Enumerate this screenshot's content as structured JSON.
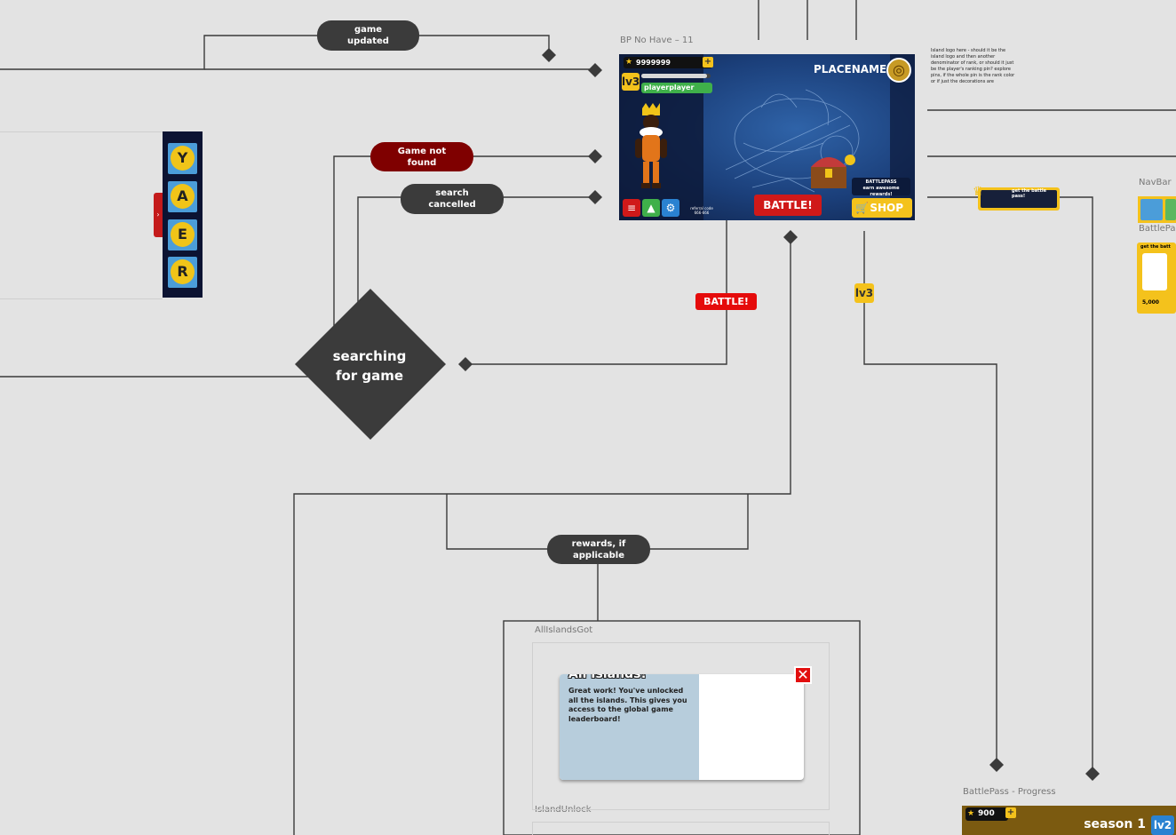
{
  "labels": {
    "game_updated": "game\nupdated",
    "game_not_found": "Game not\nfound",
    "search_cancelled": "search\ncancelled",
    "searching": "searching\nfor game",
    "rewards": "rewards, if\napplicable"
  },
  "frames": {
    "bp_no_have": "BP No Have – 11",
    "navbar": "NavBar",
    "battlepass": "BattlePas",
    "battlepass_progress": "BattlePass - Progress",
    "all_islands_got": "AllIslandsGot",
    "island_unlock": "IslandUnlock"
  },
  "note": "Island logo here - should it be the island logo and then another denominator of rank, or should it just be the player's ranking pin? explore pins, if the whole pin is the rank color or if just the decorations are",
  "game_screen": {
    "money": "9999999",
    "plus": "+",
    "level": "lv3",
    "xp_fill": 0.95,
    "player_name": "playerplayer",
    "placename": "PLACENAME",
    "battlepass_badge": "BATTLEPASS\nearn awesome\nrewards!",
    "battle_button": "BATTLE!",
    "shop_button": "SHOP",
    "referral": "referral code\n666-666",
    "menu_icon": "menu-icon",
    "profile_icon": "profile-icon",
    "settings_icon": "gear-icon"
  },
  "battle_chip": "BATTLE!",
  "level_chip": "lv3",
  "rank_icons": [
    "Y",
    "A",
    "E",
    "R"
  ],
  "navbar_text": "get the battle pass!",
  "bp_thumb": {
    "title": "get the batt",
    "price": "5,000"
  },
  "progress": {
    "money": "900",
    "plus": "+",
    "season": "season 1",
    "level": "lv2"
  },
  "popup": {
    "title": "All Islands!",
    "body": "Great work! You've unlocked all the islands. This gives you access to the global game leaderboard!",
    "close": "✕"
  },
  "colors": {
    "background": "#e3e3e3",
    "connector": "#3b3b3b",
    "error": "#7f0000",
    "battle_red": "#e50b0b",
    "gold": "#f4c21c"
  }
}
